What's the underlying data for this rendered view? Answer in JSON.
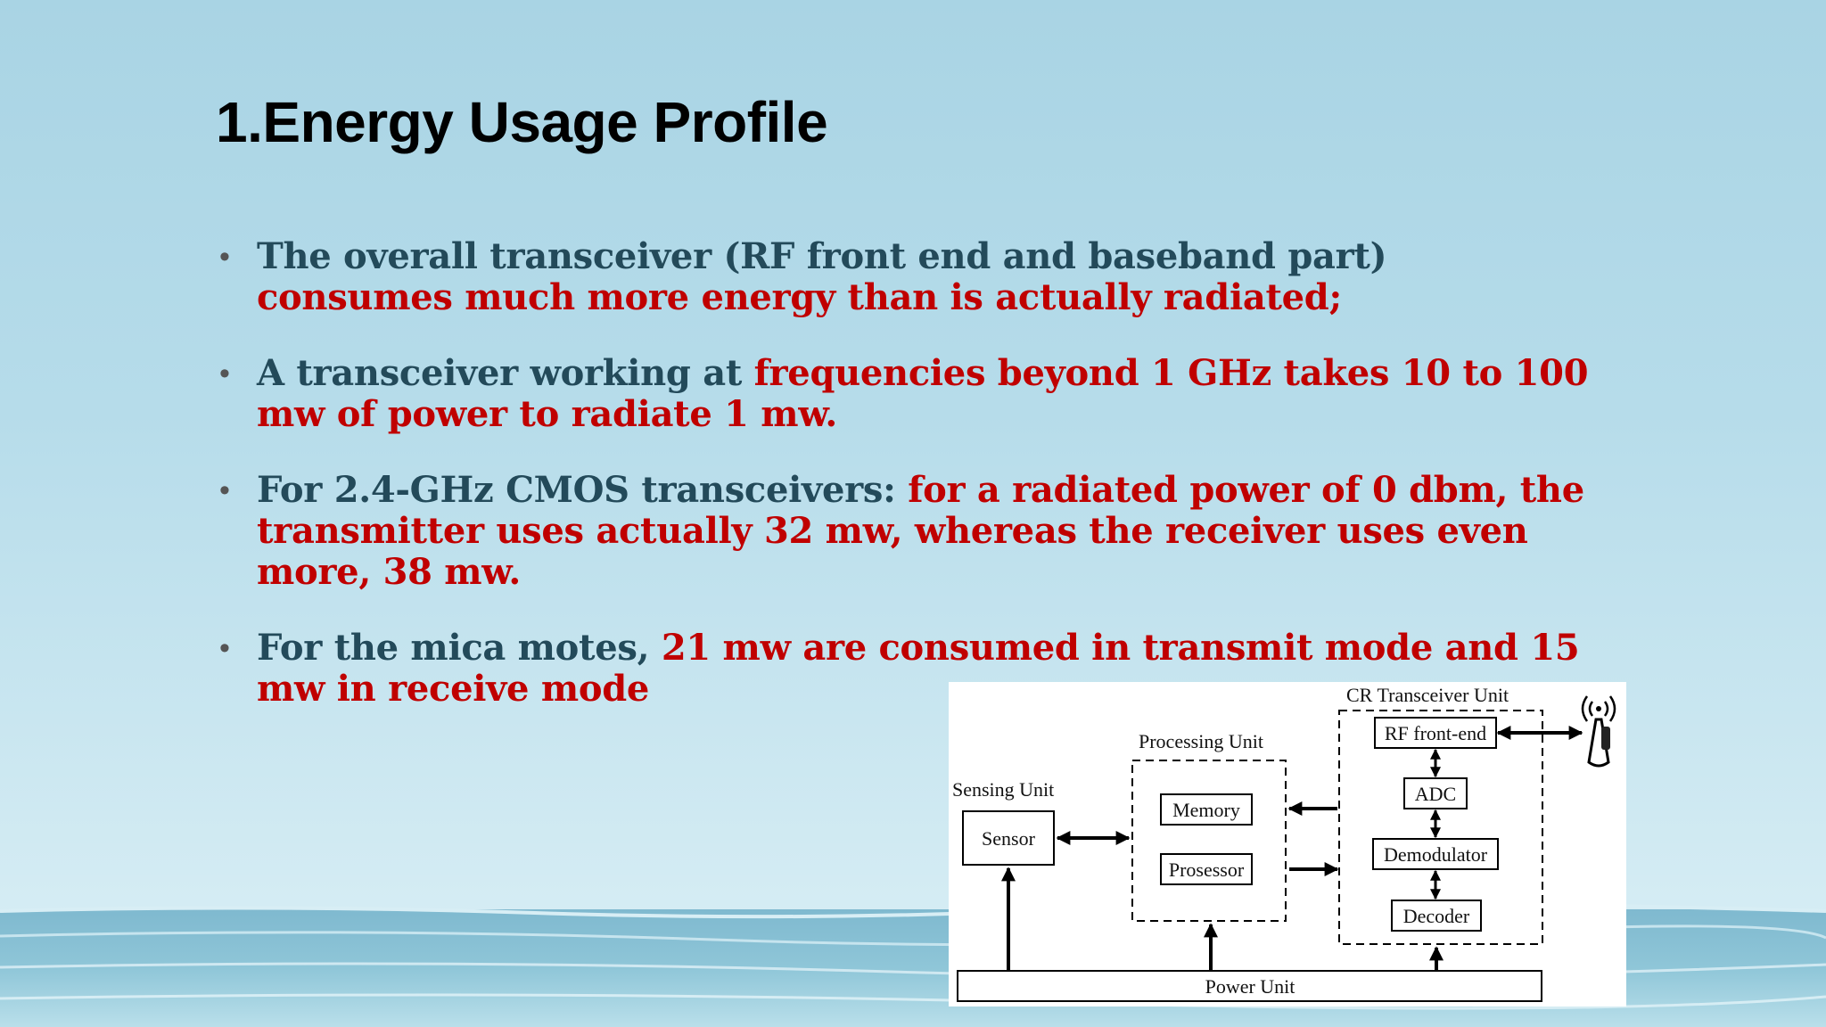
{
  "slide": {
    "title": "1.Energy Usage Profile",
    "bullets": [
      {
        "plain": "The overall transceiver (RF front end and baseband part) ",
        "highlight": "consumes much more energy than is actually radiated;"
      },
      {
        "plain": "A transceiver working at ",
        "highlight": "frequencies beyond 1 GHz takes 10 to 100 mw of power to radiate 1 mw."
      },
      {
        "plain": "For 2.4-GHz CMOS transceivers: ",
        "highlight": "for a radiated power of 0 dbm, the transmitter uses actually 32 mw, whereas the receiver uses even more, 38 mw."
      },
      {
        "plain": "For the mica motes, ",
        "highlight": "21 mw are consumed in transmit mode and 15 mw in receive mode"
      }
    ]
  },
  "diagram": {
    "sensing_unit": "Sensing Unit",
    "sensor": "Sensor",
    "processing_unit": "Processing Unit",
    "memory": "Memory",
    "processor": "Prosessor",
    "transceiver_unit": "CR Transceiver Unit",
    "rf_front_end": "RF front-end",
    "adc": "ADC",
    "demodulator": "Demodulator",
    "decoder": "Decoder",
    "power_unit": "Power Unit"
  },
  "colors": {
    "title": "#000000",
    "plain_text": "#234a5a",
    "highlight_text": "#c00000"
  }
}
